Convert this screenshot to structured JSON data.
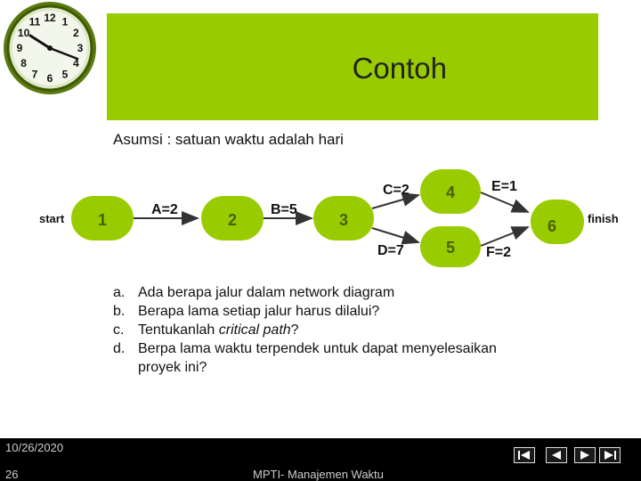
{
  "slide": {
    "title": "Contoh",
    "subtitle": "Asumsi : satuan waktu adalah hari",
    "accent_color": "#99cc00"
  },
  "clock": {
    "numbers": [
      "12",
      "1",
      "2",
      "3",
      "4",
      "5",
      "6",
      "7",
      "8",
      "9",
      "10",
      "11"
    ]
  },
  "diagram": {
    "start_label": "start",
    "finish_label": "finish",
    "nodes": [
      {
        "id": "1",
        "label": "1"
      },
      {
        "id": "2",
        "label": "2"
      },
      {
        "id": "3",
        "label": "3"
      },
      {
        "id": "4",
        "label": "4"
      },
      {
        "id": "5",
        "label": "5"
      },
      {
        "id": "6",
        "label": "6"
      }
    ],
    "edges": [
      {
        "from": "1",
        "to": "2",
        "label": "A=2"
      },
      {
        "from": "2",
        "to": "3",
        "label": "B=5"
      },
      {
        "from": "3",
        "to": "4",
        "label": "C=2"
      },
      {
        "from": "3",
        "to": "5",
        "label": "D=7"
      },
      {
        "from": "4",
        "to": "6",
        "label": "E=1"
      },
      {
        "from": "5",
        "to": "6",
        "label": "F=2"
      }
    ],
    "node_color": "#99cc00"
  },
  "questions": [
    {
      "letter": "a.",
      "text": "Ada berapa jalur dalam network diagram"
    },
    {
      "letter": "b.",
      "text": "Berapa lama setiap jalur harus dilalui?"
    },
    {
      "letter": "c.",
      "text_prefix": "Tentukanlah ",
      "text_italic": "critical path",
      "text_suffix": "?"
    },
    {
      "letter": "d.",
      "text": "Berpa lama waktu terpendek untuk dapat menyelesaikan",
      "continuation": "proyek ini?"
    }
  ],
  "footer": {
    "date": "10/26/2020",
    "page": "26",
    "label": "MPTI- Manajemen Waktu"
  },
  "nav": {
    "first_icon": "first-icon",
    "prev_icon": "prev-icon",
    "next_icon": "next-icon",
    "last_icon": "last-icon"
  }
}
